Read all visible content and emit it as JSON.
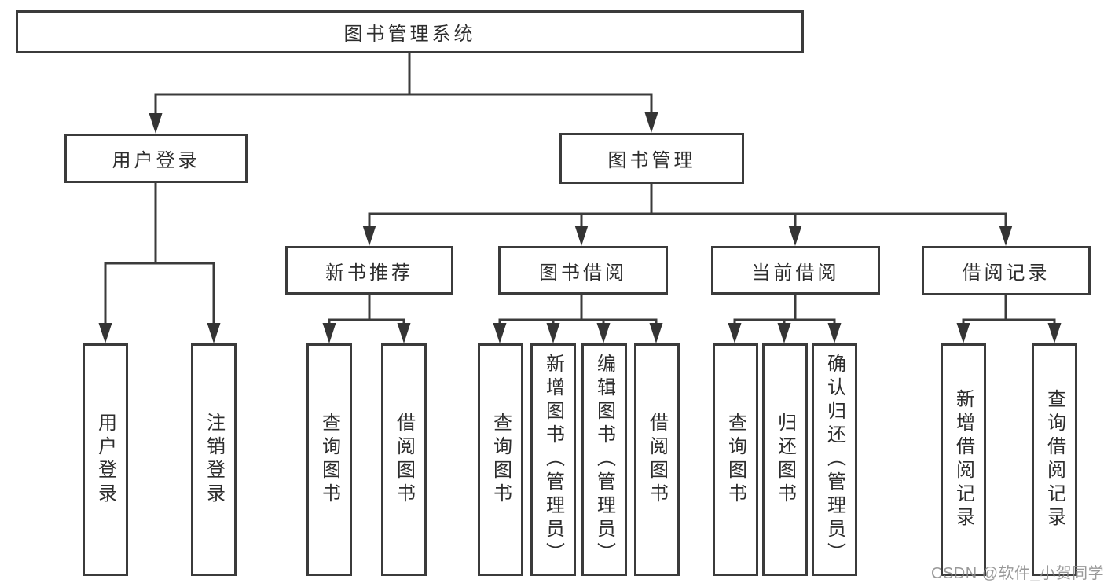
{
  "tree": {
    "root": "图书管理系统",
    "level2": [
      {
        "label": "用户登录",
        "children": [
          {
            "label": "用户登录"
          },
          {
            "label": "注销登录"
          }
        ]
      },
      {
        "label": "图书管理",
        "sections": [
          {
            "label": "新书推荐",
            "children": [
              {
                "label": "查询图书"
              },
              {
                "label": "借阅图书"
              }
            ]
          },
          {
            "label": "图书借阅",
            "children": [
              {
                "label": "查询图书"
              },
              {
                "label": "新增图书（管理员）"
              },
              {
                "label": "编辑图书（管理员）"
              },
              {
                "label": "借阅图书"
              }
            ]
          },
          {
            "label": "当前借阅",
            "children": [
              {
                "label": "查询图书"
              },
              {
                "label": "归还图书"
              },
              {
                "label": "确认归还（管理员）"
              }
            ]
          },
          {
            "label": "借阅记录",
            "children": [
              {
                "label": "新增借阅记录"
              },
              {
                "label": "查询借阅记录"
              }
            ]
          }
        ]
      }
    ]
  },
  "watermark": "CSDN @软件_小贺同学",
  "colors": {
    "line": "#3b3b3b",
    "text": "#2d2d2d",
    "background": "#ffffff",
    "watermark": "#878787"
  }
}
